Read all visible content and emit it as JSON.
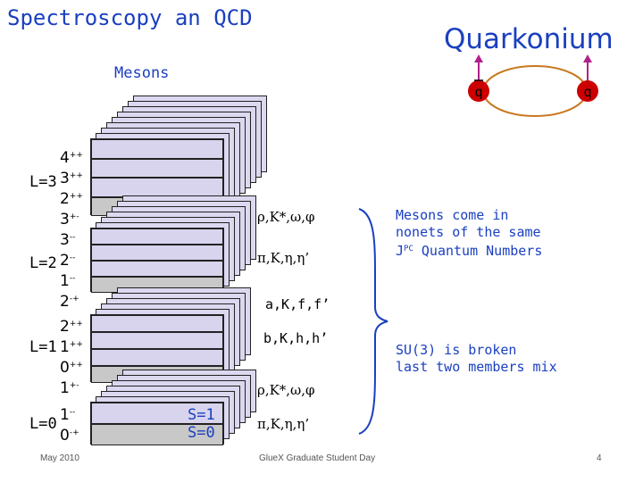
{
  "title": "Spectroscopy an QCD",
  "quarkonium_title": "Quarkonium",
  "mesons_label": "Mesons",
  "quark_labels": {
    "antiquark": "q",
    "quark": "q"
  },
  "levels": [
    {
      "l": "L=3",
      "states": [
        {
          "j": "4",
          "pc": "++"
        },
        {
          "j": "3",
          "pc": "++"
        },
        {
          "j": "2",
          "pc": "++"
        },
        {
          "j": "3",
          "pc": "+-"
        }
      ]
    },
    {
      "l": "L=2",
      "states": [
        {
          "j": "3",
          "pc": "--"
        },
        {
          "j": "2",
          "pc": "--"
        },
        {
          "j": "1",
          "pc": "--"
        },
        {
          "j": "2",
          "pc": "-+"
        }
      ]
    },
    {
      "l": "L=1",
      "states": [
        {
          "j": "2",
          "pc": "++"
        },
        {
          "j": "1",
          "pc": "++"
        },
        {
          "j": "0",
          "pc": "++"
        },
        {
          "j": "1",
          "pc": "+-"
        }
      ]
    },
    {
      "l": "L=0",
      "states": [
        {
          "j": "1",
          "pc": "--"
        },
        {
          "j": "0",
          "pc": "-+"
        }
      ]
    }
  ],
  "nonets": {
    "vector_top": "ρ,K*,ω,φ",
    "pseudo_top": "π,K,η,η’",
    "a_row": "a,K,f,f’",
    "b_row": "b,K,h,h’",
    "vector_bottom": "ρ,K*,ω,φ",
    "pseudo_bottom": "π,K,η,η’"
  },
  "spin": {
    "s1": "S=1",
    "s0": "S=0"
  },
  "notes": {
    "nonets_line1": "Mesons come in",
    "nonets_line2": "nonets of the same",
    "nonets_line3_pre": "J",
    "nonets_line3_sup": "PC",
    "nonets_line3_post": " Quantum Numbers",
    "su3_line1": "SU(3) is broken",
    "su3_line2": "last two members mix"
  },
  "footer": {
    "date": "May 2010",
    "event": "GlueX Graduate Student Day",
    "page": "4"
  },
  "colors": {
    "title_blue": "#1a3fc0",
    "quark_red": "#cc0000",
    "arrow_magenta": "#b0208a",
    "string_orange": "#c8781e",
    "sheet_lavender": "#dcd8f0"
  }
}
